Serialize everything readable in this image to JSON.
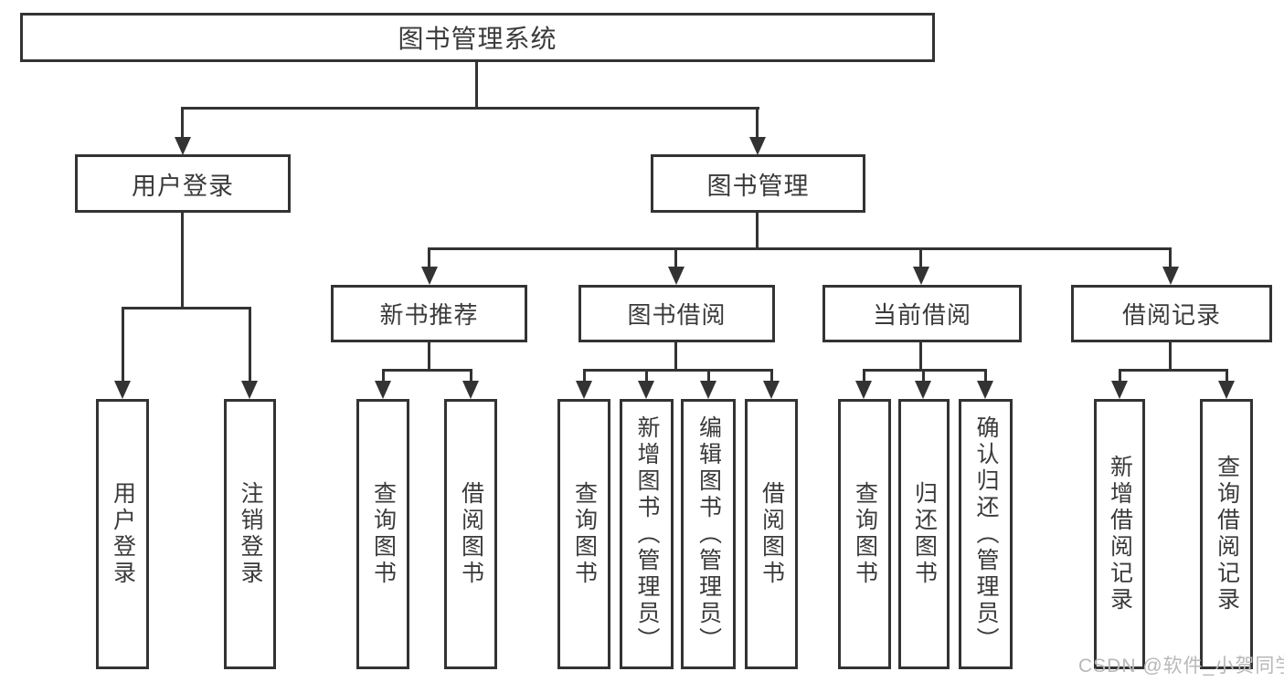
{
  "root": {
    "label": "图书管理系统"
  },
  "branches": [
    {
      "label": "用户登录",
      "children": [
        {
          "label": "用户登录"
        },
        {
          "label": "注销登录"
        }
      ]
    },
    {
      "label": "图书管理",
      "children": [
        {
          "label": "新书推荐",
          "children": [
            {
              "label": "查询图书"
            },
            {
              "label": "借阅图书"
            }
          ]
        },
        {
          "label": "图书借阅",
          "children": [
            {
              "label": "查询图书"
            },
            {
              "label": "新增图书（管理员）"
            },
            {
              "label": "编辑图书（管理员）"
            },
            {
              "label": "借阅图书"
            }
          ]
        },
        {
          "label": "当前借阅",
          "children": [
            {
              "label": "查询图书"
            },
            {
              "label": "归还图书"
            },
            {
              "label": "确认归还（管理员）"
            }
          ]
        },
        {
          "label": "借阅记录",
          "children": [
            {
              "label": "新增借阅记录"
            },
            {
              "label": "查询借阅记录"
            }
          ]
        }
      ]
    }
  ],
  "watermark": "CSDN @软件_小贺同学",
  "colors": {
    "line": "#333333",
    "text": "#3a3a3a",
    "background": "#ffffff",
    "watermark": "#b8b8b8"
  }
}
